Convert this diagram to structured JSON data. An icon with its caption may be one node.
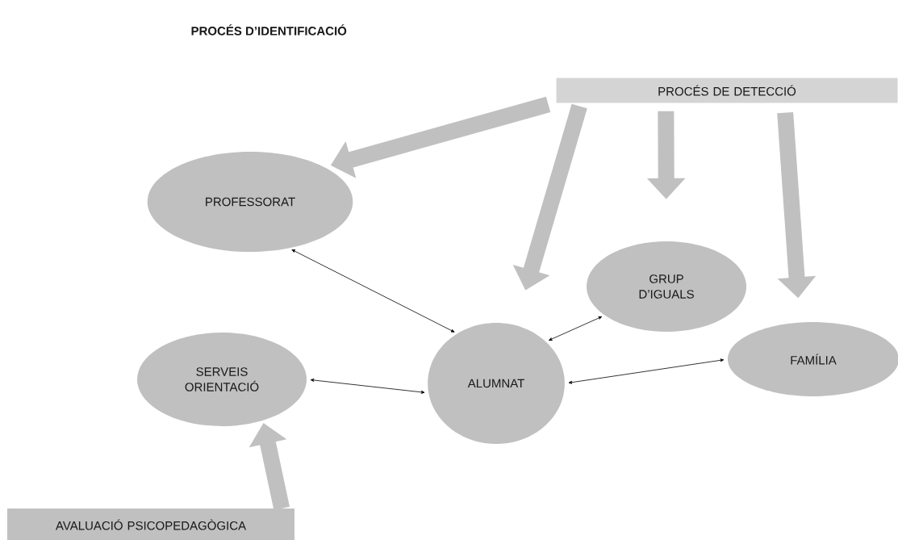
{
  "diagram": {
    "title": "PROCÉS D’IDENTIFICACIÓ",
    "nodes": [
      {
        "text": [
          "PROCÉS DE DETECCIÓ"
        ]
      },
      {
        "text": [
          "PROFESSORAT"
        ]
      },
      {
        "text": [
          "GRUP D’IGUALS"
        ]
      },
      {
        "text": [
          "FAMÍLIA"
        ]
      },
      {
        "text": [
          "SERVEIS ORIENTACIÓ"
        ]
      },
      {
        "text": [
          "ALUMNAT"
        ]
      },
      {
        "text": [
          "AVALUACIÓ PSICOPEDAGÒGICA"
        ]
      }
    ],
    "edges": [
      {
        "from": 0,
        "to": 1,
        "arrow": "to"
      },
      {
        "from": 0,
        "to": 5,
        "arrow": "to"
      },
      {
        "from": 0,
        "to": 2,
        "arrow": "to"
      },
      {
        "from": 0,
        "to": 3,
        "arrow": "to"
      },
      {
        "from": 6,
        "to": 4,
        "arrow": "to"
      },
      {
        "from": 1,
        "to": 5,
        "arrow": "both",
        "color": "#000000"
      },
      {
        "from": 5,
        "to": 2,
        "arrow": "both",
        "color": "#000000"
      },
      {
        "from": 4,
        "to": 5,
        "arrow": "both",
        "color": "#000000"
      },
      {
        "from": 5,
        "to": 3,
        "arrow": "both",
        "color": "#000000"
      }
    ]
  }
}
